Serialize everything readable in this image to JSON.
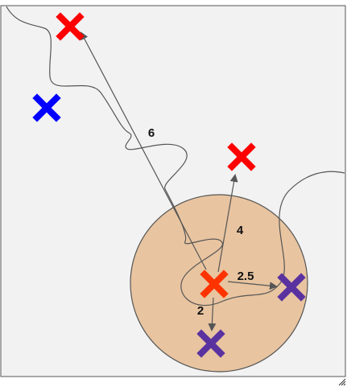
{
  "colors": {
    "background": "#f2f2f2",
    "frame": "#555555",
    "circle_fill": "#e8c4a0",
    "circle_stroke": "#555555",
    "line": "#555555",
    "red": "#ff0000",
    "blue": "#0000ff",
    "purple": "#5a32a0",
    "center": "#ff3300"
  },
  "labels": {
    "dist_top_left": "6",
    "dist_top": "4",
    "dist_right": "2.5",
    "dist_bottom": "2"
  },
  "markers": {
    "red_top_left": "red-x-icon",
    "blue_left": "blue-x-icon",
    "red_top": "red-x-icon",
    "center": "orange-red-x-icon",
    "purple_right": "purple-x-icon",
    "purple_bottom": "purple-x-icon"
  }
}
